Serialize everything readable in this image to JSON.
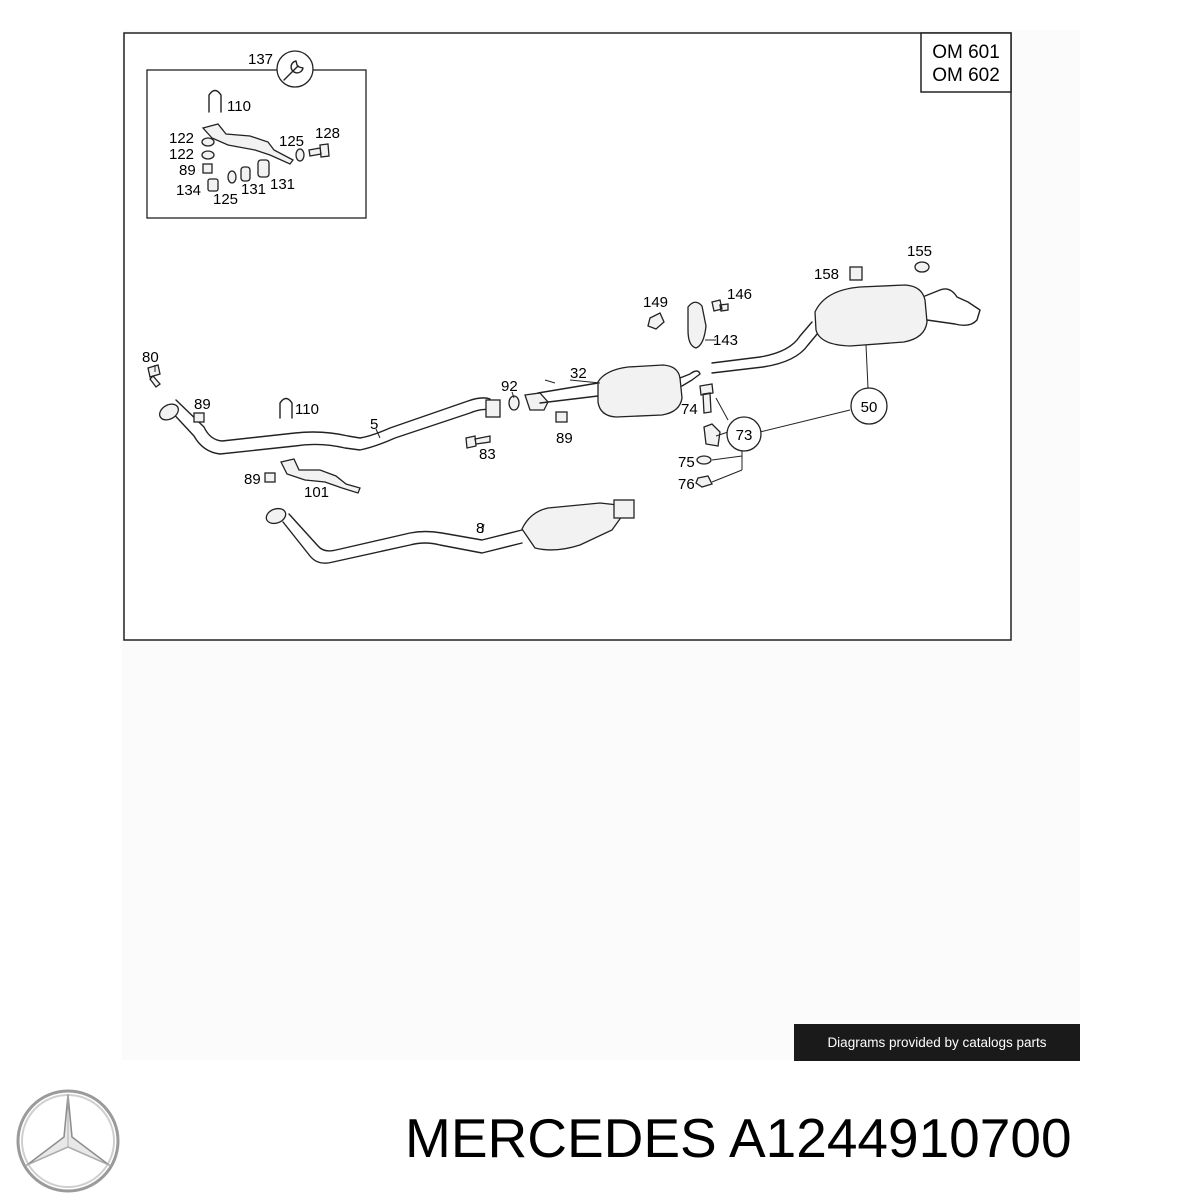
{
  "engine_box": {
    "line1": "OM 601",
    "line2": "OM 602"
  },
  "callouts": {
    "c137": "137",
    "c110a": "110",
    "c122a": "122",
    "c122b": "122",
    "c89a": "89",
    "c134": "134",
    "c125a": "125",
    "c131a": "131",
    "c131b": "131",
    "c125b": "125",
    "c128": "128",
    "c80": "80",
    "c89b": "89",
    "c110b": "110",
    "c5": "5",
    "c83": "83",
    "c89c": "89",
    "c101": "101",
    "c92": "92",
    "c89d": "89",
    "c32": "32",
    "c149": "149",
    "c146": "146",
    "c143": "143",
    "c158": "158",
    "c155": "155",
    "c74": "74",
    "c73": "73",
    "c75": "75",
    "c76": "76",
    "c50": "50",
    "c8": "8"
  },
  "credit_text": "Diagrams provided by catalogs parts",
  "brand": {
    "name": "MERCEDES A1244910700"
  },
  "icons": {
    "wrench": "wrench-icon",
    "logo": "mercedes-star-logo"
  }
}
